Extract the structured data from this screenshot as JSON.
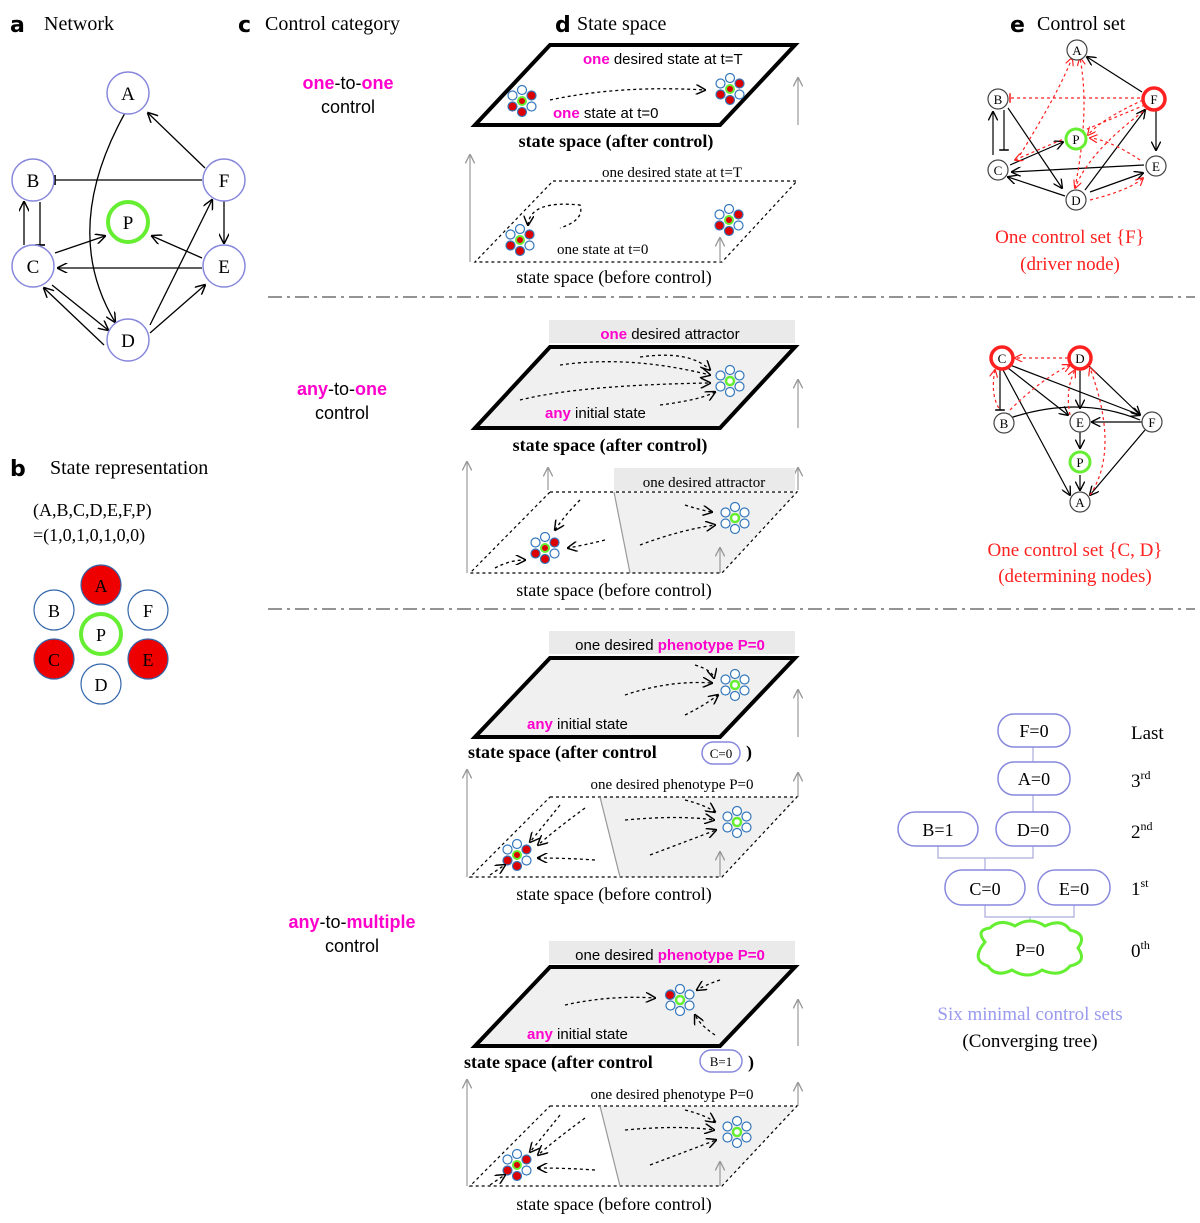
{
  "panels": {
    "a": {
      "letter": "a",
      "title": "Network",
      "nodes": {
        "A": "A",
        "B": "B",
        "C": "C",
        "D": "D",
        "E": "E",
        "F": "F",
        "P": "P"
      }
    },
    "b": {
      "letter": "b",
      "title": "State representation",
      "vector_names": "(A,B,C,D,E,F,P)",
      "vector_values": "=(1,0,1,0,1,0,0)",
      "nodes": {
        "A": "A",
        "B": "B",
        "C": "C",
        "D": "D",
        "E": "E",
        "F": "F",
        "P": "P"
      },
      "active_color": "#ff0000"
    },
    "c": {
      "letter": "c",
      "title": "Control category",
      "rows": [
        {
          "w1": "one",
          "w2": "-to-",
          "w3": "one",
          "w4": "control"
        },
        {
          "w1": "any",
          "w2": "-to-",
          "w3": "one",
          "w4": "control"
        },
        {
          "w1": "any",
          "w2": "-to-",
          "w3": "multiple",
          "w4": "control"
        }
      ]
    },
    "d": {
      "letter": "d",
      "title": "State space",
      "row1": {
        "top_desired_a": "one",
        "top_desired_b": " desired state at t=T",
        "top_state_a": "one",
        "top_state_b": " state at t=0",
        "top_caption": "state space (after control)",
        "bottom_desired": "one desired state at t=T",
        "bottom_state": "one state at t=0",
        "bottom_caption": "state space (before control)"
      },
      "row2": {
        "top_banner_a": "one",
        "top_banner_b": " desired attractor",
        "top_initial_a": "any",
        "top_initial_b": " initial state",
        "top_caption": "state space (after control)",
        "bottom_banner": "one desired attractor",
        "bottom_caption": "state space (before control)"
      },
      "row3a": {
        "top_banner_a": "one desired ",
        "top_banner_b": "phenotype P=0",
        "top_initial_a": "any",
        "top_initial_b": " initial state",
        "top_caption": "state space (after control",
        "top_pill": "C=0",
        "top_caption_end": ")",
        "bottom_banner": "one desired phenotype P=0",
        "bottom_caption": "state space (before control)"
      },
      "row3b": {
        "top_banner_a": "one desired ",
        "top_banner_b": "phenotype P=0",
        "top_initial_a": "any",
        "top_initial_b": " initial state",
        "top_caption": "state space (after control",
        "top_pill": "B=1",
        "top_caption_end": ")",
        "bottom_banner": "one desired phenotype P=0",
        "bottom_caption": "state space (before control)"
      }
    },
    "e": {
      "letter": "e",
      "title": "Control set",
      "net1": {
        "nodes": {
          "A": "A",
          "B": "B",
          "C": "C",
          "D": "D",
          "E": "E",
          "F": "F",
          "P": "P"
        },
        "caption1": "One control set {F}",
        "caption2": "(driver node)"
      },
      "net2": {
        "nodes": {
          "A": "A",
          "B": "B",
          "C": "C",
          "D": "D",
          "E": "E",
          "F": "F",
          "P": "P"
        },
        "caption1": "One control set {C, D}",
        "caption2": "(determining nodes)"
      },
      "tree": {
        "F": "F=0",
        "A": "A=0",
        "B": "B=1",
        "D": "D=0",
        "C": "C=0",
        "E": "E=0",
        "P": "P=0",
        "levels": [
          {
            "base": "Last",
            "sup": ""
          },
          {
            "base": "3",
            "sup": "rd"
          },
          {
            "base": "2",
            "sup": "nd"
          },
          {
            "base": "1",
            "sup": "st"
          },
          {
            "base": "0",
            "sup": "th"
          }
        ],
        "caption1": "Six minimal control sets",
        "caption2": "(Converging tree)"
      },
      "control_color": "#ff2020",
      "caption_lavender": "#9999ee"
    }
  },
  "colors": {
    "highlight": "#ff00cc",
    "phenotype_ring": "#66ee33",
    "node_outline": "#8888dd"
  }
}
